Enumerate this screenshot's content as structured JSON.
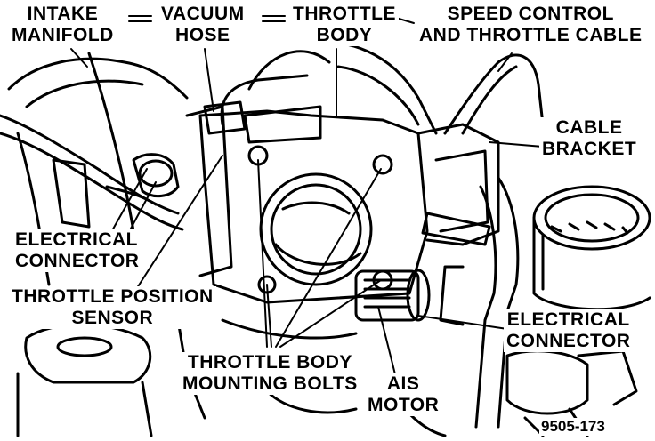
{
  "labels": {
    "intake_manifold": [
      "INTAKE",
      "MANIFOLD"
    ],
    "vacuum_hose": [
      "VACUUM",
      "HOSE"
    ],
    "throttle_body": [
      "THROTTLE",
      "BODY"
    ],
    "speed_control": [
      "SPEED CONTROL",
      "AND THROTTLE CABLE"
    ],
    "cable_bracket": [
      "CABLE",
      "BRACKET"
    ],
    "electrical_connector_left": [
      "ELECTRICAL",
      "CONNECTOR"
    ],
    "throttle_position_sensor": [
      "THROTTLE POSITION",
      "SENSOR"
    ],
    "throttle_body_bolts": [
      "THROTTLE BODY",
      "MOUNTING BOLTS"
    ],
    "ais_motor": [
      "AIS",
      "MOTOR"
    ],
    "electrical_connector_right": [
      "ELECTRICAL",
      "CONNECTOR"
    ]
  },
  "figure_number": "9505-173",
  "colors": {
    "ink": "#000000",
    "paper": "#ffffff"
  }
}
